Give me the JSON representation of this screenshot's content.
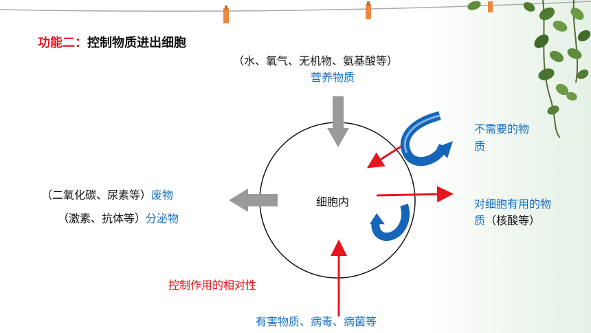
{
  "title": {
    "prefix": "功能二：",
    "main": "控制物质进出细胞"
  },
  "nutrients": {
    "examples": "（水、氧气、无机物、氨基酸等）",
    "label": "营养物质"
  },
  "cell": {
    "label": "细胞内"
  },
  "waste": {
    "examples": "（二氧化碳、尿素等）",
    "label": "废物"
  },
  "secretion": {
    "examples": "（激素、抗体等）",
    "label": "分泌物"
  },
  "unneeded": {
    "line1": "不需要的物",
    "line2": "质"
  },
  "useful": {
    "line1": "对细胞有用的物",
    "line2_label": "质",
    "line2_examples": "（核酸等）"
  },
  "relativity": {
    "label": "控制作用的相对性"
  },
  "harmful": {
    "label": "有害物质、病毒、病菌等"
  },
  "colors": {
    "accent_red": "#e8141e",
    "accent_blue": "#1a6fbf",
    "gray_arrow": "#9a9a9a",
    "curved_arrow": "#1565b8"
  },
  "decor": {
    "icons": [
      "clothespin-icon",
      "clothespin-icon",
      "clothespin-icon",
      "vine-leaves-icon"
    ]
  }
}
